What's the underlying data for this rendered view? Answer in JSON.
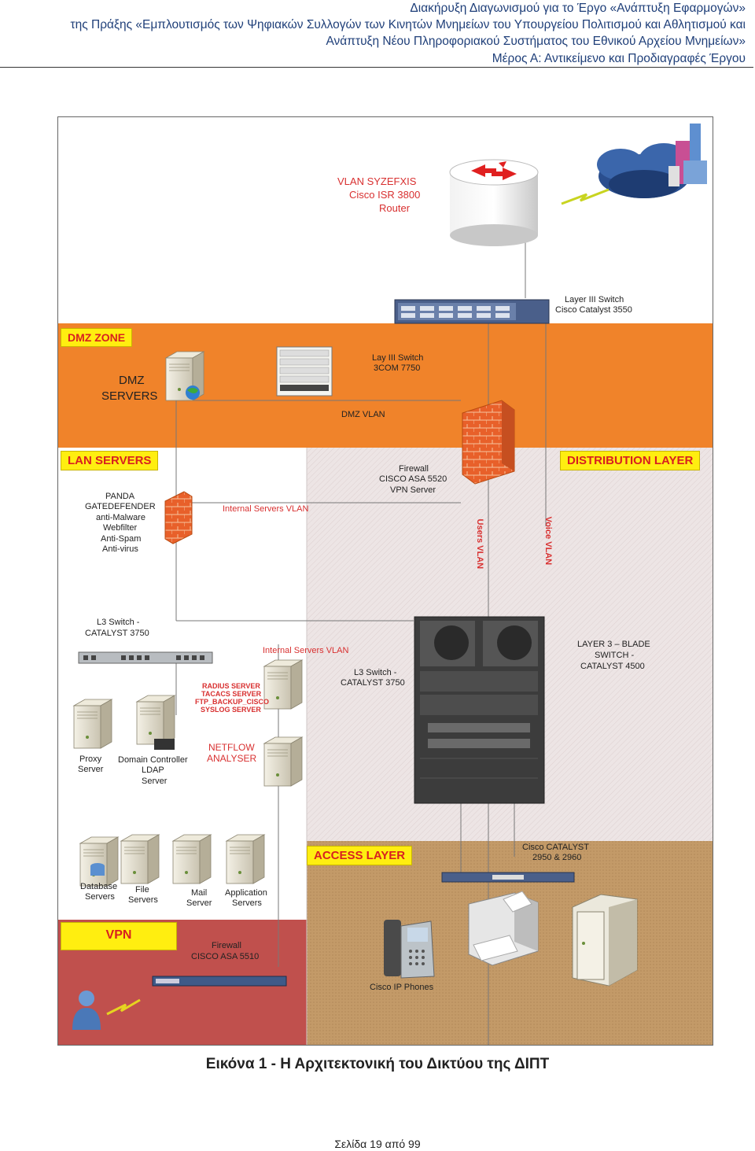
{
  "header": {
    "line1": "Διακήρυξη Διαγωνισμού για το Έργο «Ανάπτυξη Εφαρμογών»",
    "line2": "της Πράξης «Εμπλουτισμός των Ψηφιακών Συλλογών των Κινητών Μνημείων του Υπουργείου Πολιτισμού και Αθλητισμού και",
    "line3": "Ανάπτυξη Νέου Πληροφοριακού Συστήματος του Εθνικού Αρχείου Μνημείων»",
    "line4": "Μέρος Α: Αντικείμενο και Προδιαγραφές Έργου"
  },
  "diagram": {
    "router": {
      "line1": "VLAN SYZEFXIS",
      "line2": "Cisco ISR 3800",
      "line3": "Router"
    },
    "core_switch": {
      "line1": "Layer III Switch",
      "line2": "Cisco Catalyst 3550"
    },
    "dmz": {
      "zone_label": "DMZ ZONE",
      "servers_line1": "DMZ",
      "servers_line2": "SERVERS",
      "switch_line1": "Lay III Switch",
      "switch_line2": "3COM 7750",
      "vlan_label": "DMZ VLAN"
    },
    "lan": {
      "zone_label": "LAN SERVERS",
      "panda": [
        "PANDA",
        "GATEDEFENDER",
        "anti-Malware",
        "Webfilter",
        "Anti-Spam",
        "Anti-virus"
      ],
      "internal_vlan_1": "Internal Servers VLAN",
      "l3_switch_left": {
        "line1": "L3 Switch -",
        "line2": "CATALYST 3750"
      },
      "internal_vlan_2": "Internal Servers VLAN",
      "l3_switch_mid": {
        "line1": "L3 Switch -",
        "line2": "CATALYST 3750"
      },
      "security_servers": [
        "RADIUS SERVER",
        "TACACS SERVER",
        "FTP_BACKUP_CISCO",
        "SYSLOG SERVER"
      ],
      "netflow": {
        "line1": "NETFLOW",
        "line2": "ANALYSER"
      },
      "proxy": {
        "line1": "Proxy",
        "line2": "Server"
      },
      "domain_controller": {
        "line1": "Domain Controller",
        "line2": "LDAP",
        "line3": "Server"
      },
      "database": {
        "line1": "Database",
        "line2": "Servers"
      },
      "file": {
        "line1": "File",
        "line2": "Servers"
      },
      "mail": {
        "line1": "Mail",
        "line2": "Server"
      },
      "application": {
        "line1": "Application",
        "line2": "Servers"
      }
    },
    "firewall_main": {
      "line1": "Firewall",
      "line2": "CISCO ASA 5520",
      "line3": "VPN Server"
    },
    "distribution": {
      "label": "DISTRIBUTION LAYER",
      "users_vlan": "Users VLAN",
      "voice_vlan": "Voice VLAN",
      "blade": {
        "line1": "LAYER 3 – BLADE",
        "line2": "SWITCH -",
        "line3": "CATALYST 4500"
      }
    },
    "access": {
      "label": "ACCESS LAYER",
      "switch_line1": "Cisco CATALYST",
      "switch_line2": "2950 & 2960",
      "phones": "Cisco IP Phones"
    },
    "vpn": {
      "label": "VPN",
      "fw_line1": "Firewall",
      "fw_line2": "CISCO ASA 5510"
    },
    "colors": {
      "dmz_orange": "#f0832a",
      "distribution_pink": "#ede5e5",
      "access_tan": "#c39a68",
      "vpn_red": "#c0504d",
      "badge_yellow": "#ffee10",
      "label_red": "#d83030"
    }
  },
  "caption": "Εικόνα 1 - Η Αρχιτεκτονική του Δικτύου της ΔΙΠΤ",
  "page_number": "Σελίδα 19 από 99"
}
